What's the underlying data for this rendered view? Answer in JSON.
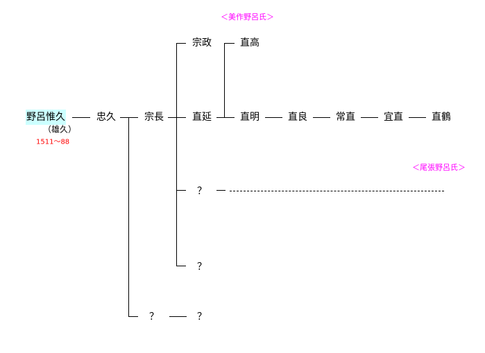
{
  "labels": {
    "mimasaka": "＜美作野呂氏＞",
    "owari": "＜尾張野呂氏＞"
  },
  "root": {
    "name": "野呂惟久",
    "alias": "（雄久）",
    "years": "1511～88"
  },
  "people": {
    "tadahisa": "忠久",
    "munenaga": "宗長",
    "munemasa": "宗政",
    "naonobu": "直延",
    "naotaka": "直高",
    "naoaki": "直明",
    "naoyoshi": "直良",
    "tsunenao": "常直",
    "yoshinao": "宜直",
    "naotsuru": "直鶴",
    "unknown1": "？",
    "unknown2": "？",
    "unknown3": "？",
    "unknown4": "？"
  },
  "colors": {
    "highlight": "#ccffff",
    "label": "#ff00ff",
    "years": "#ff0000"
  }
}
